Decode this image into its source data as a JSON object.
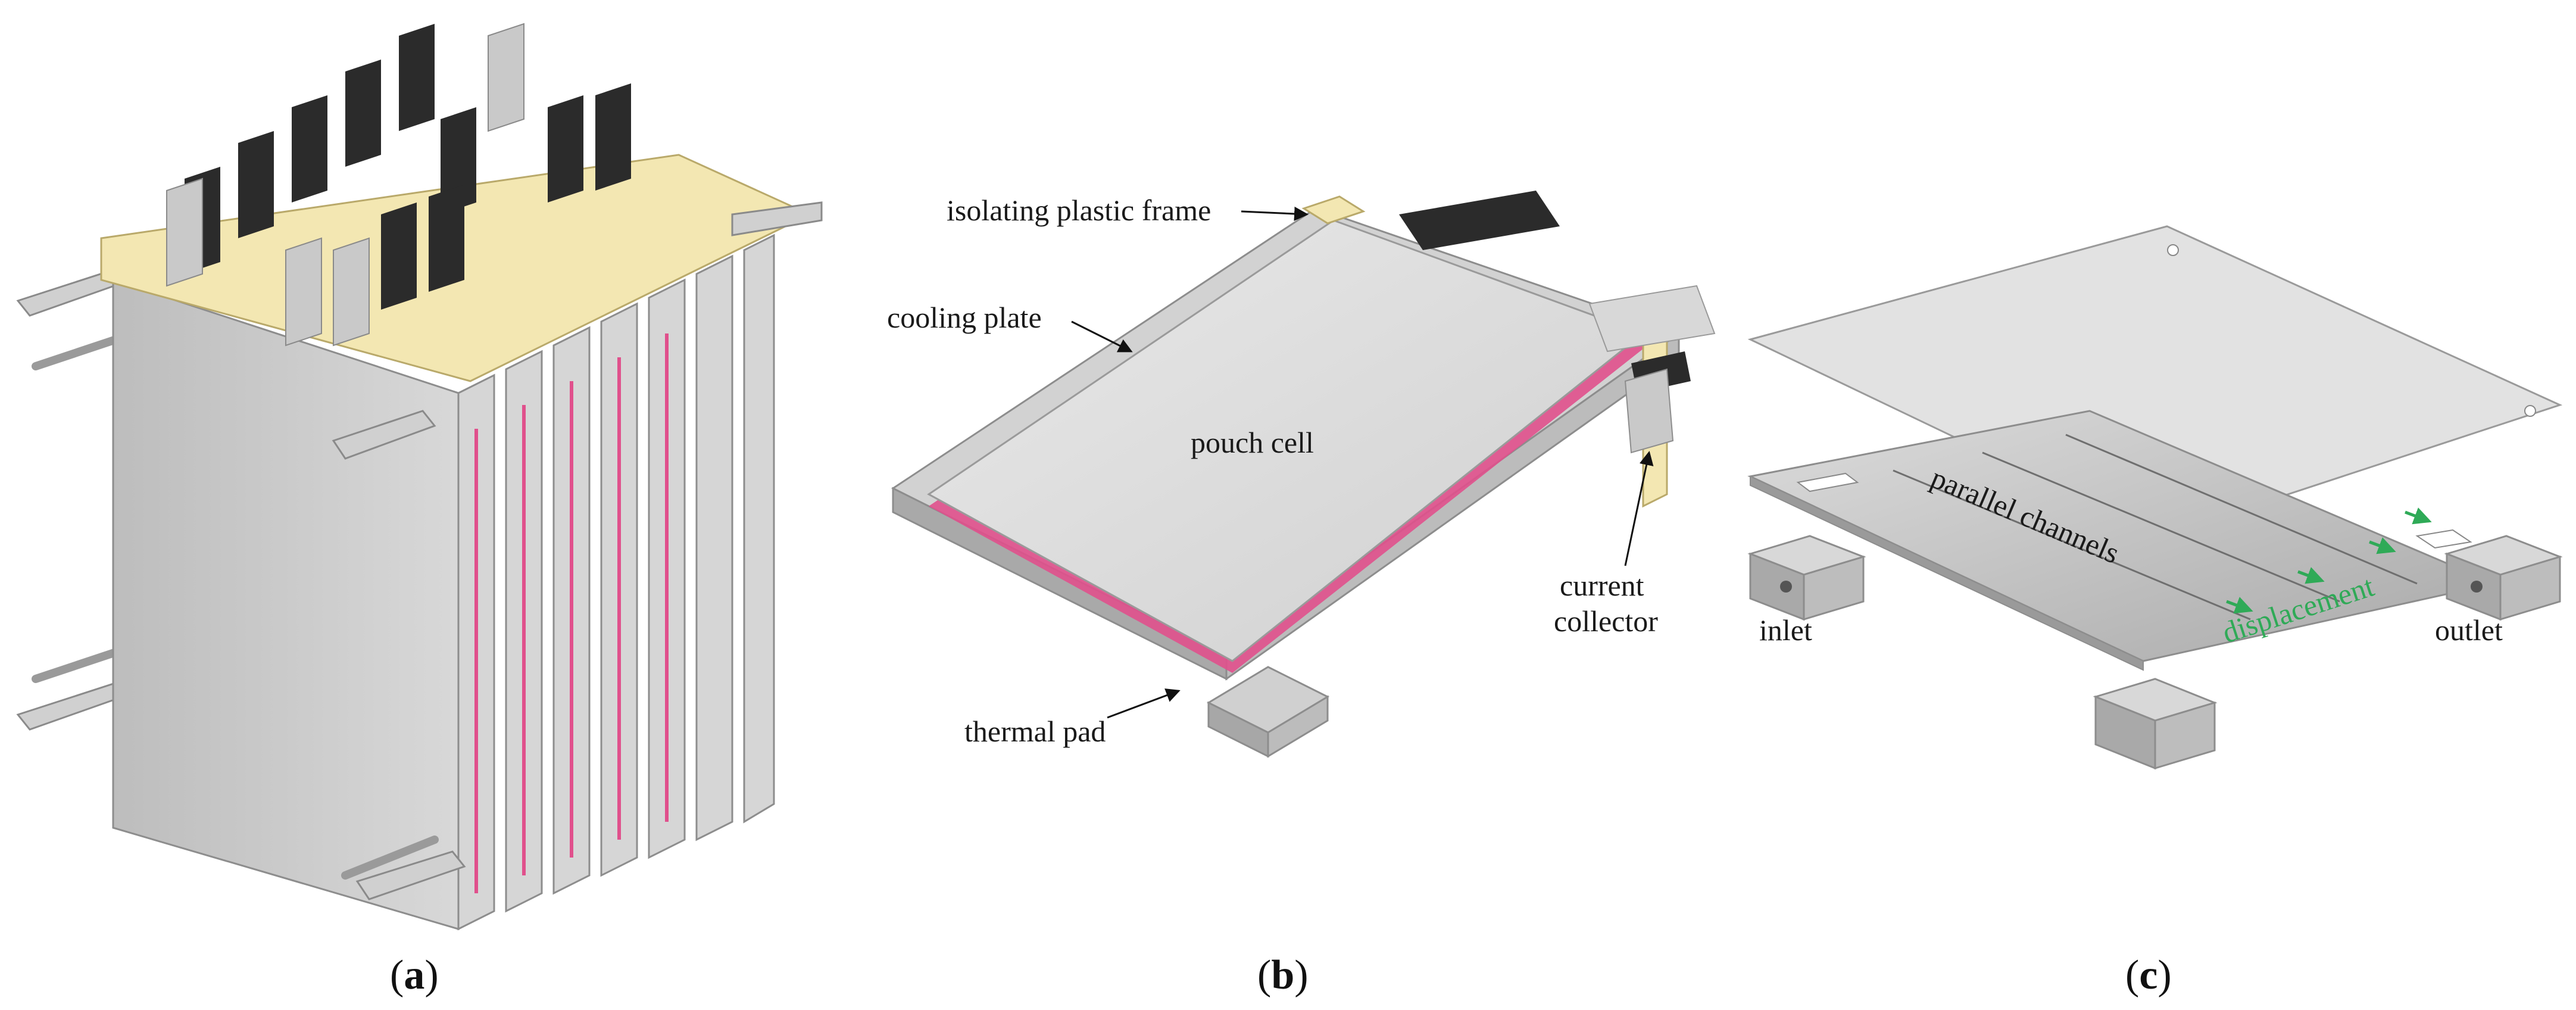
{
  "panels": {
    "a": {
      "caption_open": "(",
      "caption_letter": "a",
      "caption_close": ")"
    },
    "b": {
      "caption_open": "(",
      "caption_letter": "b",
      "caption_close": ")",
      "labels": {
        "frame": "isolating plastic frame",
        "cooling": "cooling plate",
        "pouch": "pouch cell",
        "collector1": "current",
        "collector2": "collector",
        "pad": "thermal pad"
      }
    },
    "c": {
      "caption_open": "(",
      "caption_letter": "c",
      "caption_close": ")",
      "labels": {
        "channels": "parallel channels",
        "displacement": "displacement",
        "inlet": "inlet",
        "outlet": "outlet"
      }
    }
  },
  "colors": {
    "aluminium": "#c9c9c9",
    "aluminium_dark": "#9a9a9a",
    "frame_yellow": "#f3e7b2",
    "tab_black": "#2b2b2b",
    "thermal_pad": "#e0508c",
    "arrow_green": "#2faa57"
  }
}
